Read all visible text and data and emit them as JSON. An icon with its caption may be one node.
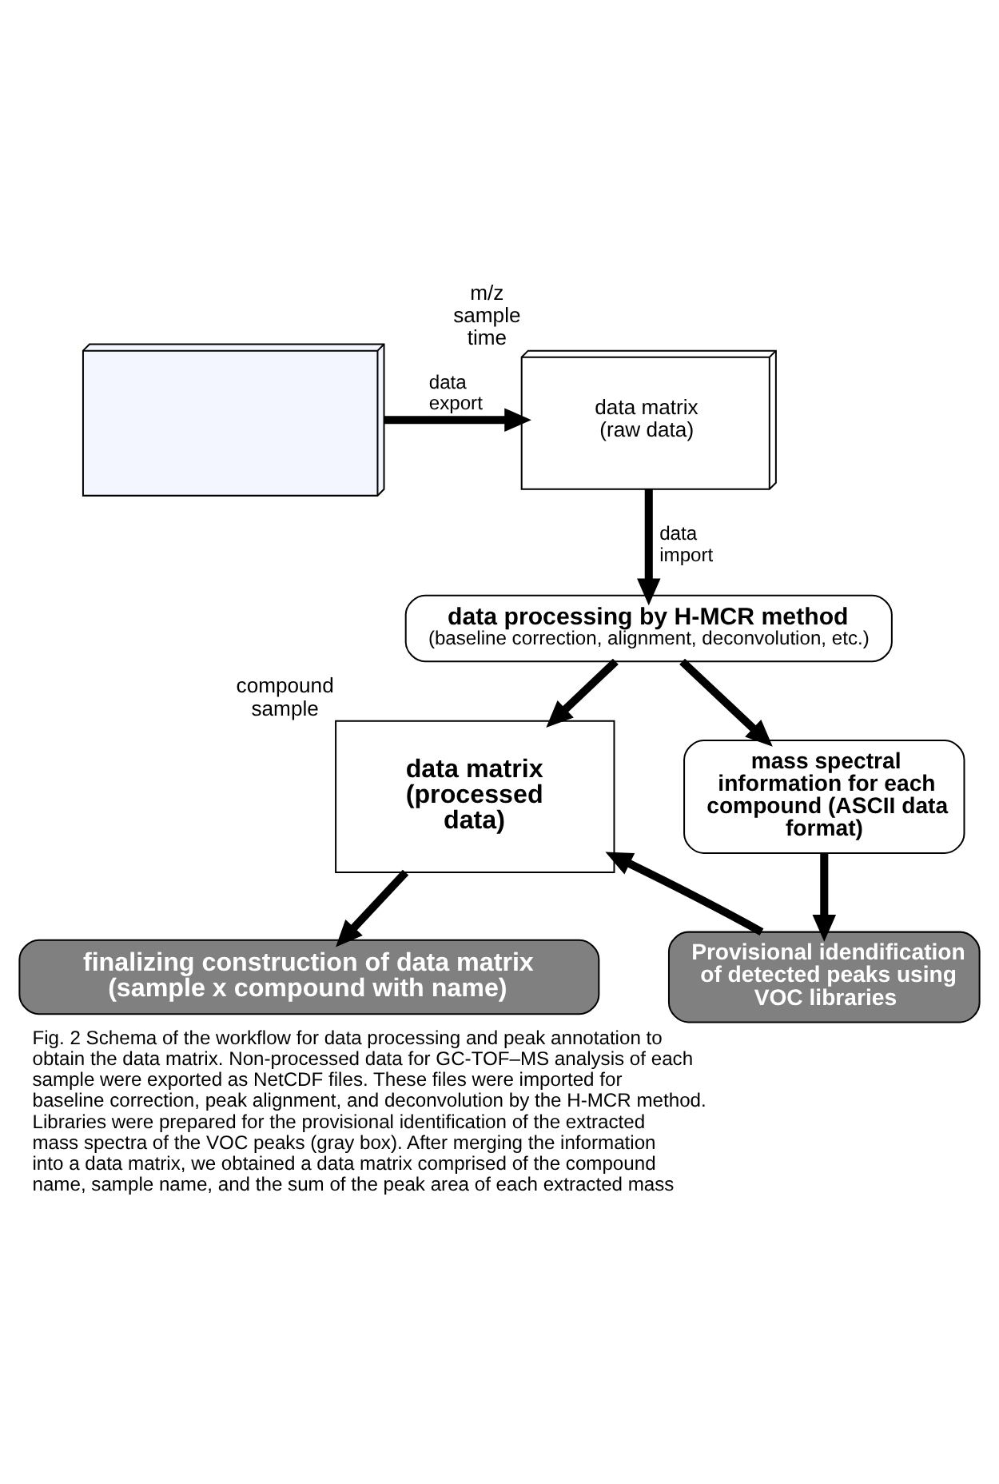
{
  "diagram": {
    "caption": "Fig. 2 Schema of the workflow for data processing and peak annotation to obtain the data matrix. Non-processed data for GC-TOF–MS analysis of each sample were exported as NetCDF files. These files were imported for baseline correction, peak alignment, and deconvolution by the H-MCR method. Libraries were prepared for the provisional identification of the extracted mass spectra of the VOC peaks (gray box). After merging the information into a data matrix, we obtained a data matrix comprised of the compound name, sample name, and the sum of the peak area of each extracted mass",
    "nodes": [
      {
        "text": [],
        "shape": "picture"
      },
      {
        "text": [
          "data matrix (raw data)"
        ],
        "beside": [
          "m/z",
          "sample",
          "time"
        ]
      },
      {
        "text": [
          "data processing by H-MCR method",
          "(baseline correction, alignment, deconvolution, etc.)"
        ]
      },
      {
        "text": [
          "data matrix (processed data)"
        ],
        "beside": [
          "compound",
          "sample"
        ]
      },
      {
        "text": [
          "mass spectral information for each compound (ASCII data format)"
        ]
      },
      {
        "text": [
          "Provisional idendification of detected peaks using VOC libraries"
        ]
      },
      {
        "text": [
          "finalizing construction of data matrix (sample x compound with name)"
        ]
      }
    ],
    "edges": [
      {
        "from": 0,
        "to": 1,
        "arrow": "to",
        "label": "data export"
      },
      {
        "from": 1,
        "to": 2,
        "arrow": "to",
        "label": "data import"
      },
      {
        "from": 2,
        "to": 3,
        "arrow": "to"
      },
      {
        "from": 2,
        "to": 4,
        "arrow": "to"
      },
      {
        "from": 4,
        "to": 5,
        "arrow": "to"
      },
      {
        "from": 5,
        "to": 3,
        "arrow": "to"
      },
      {
        "from": 3,
        "to": 6,
        "arrow": "to"
      }
    ]
  }
}
